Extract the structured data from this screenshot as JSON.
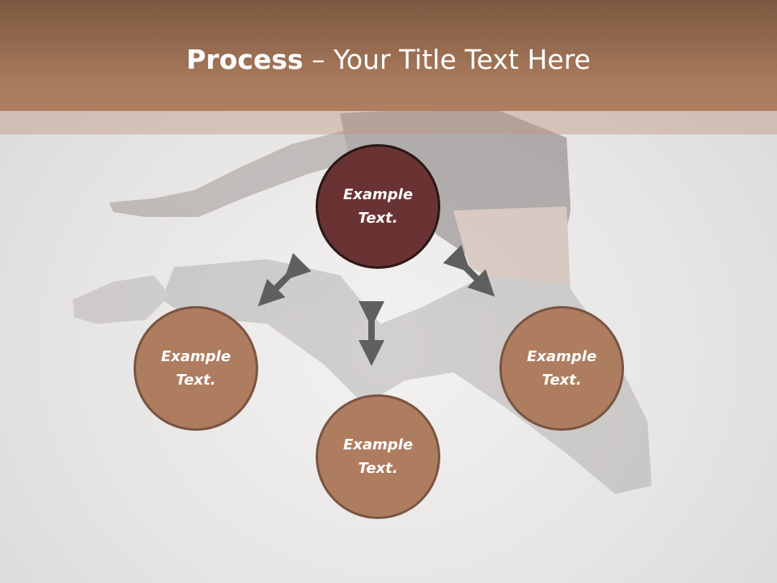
{
  "title": {
    "bold": "Process",
    "rest": " – Your Title Text Here"
  },
  "nodes": {
    "top": "Example Text.",
    "left": "Example Text.",
    "right": "Example Text.",
    "bottom": "Example Text."
  },
  "colors": {
    "header": "#a7785a",
    "center_node": "#6a3333",
    "outer_node": "#ae7d5f",
    "arrow": "#5f5f5f"
  }
}
